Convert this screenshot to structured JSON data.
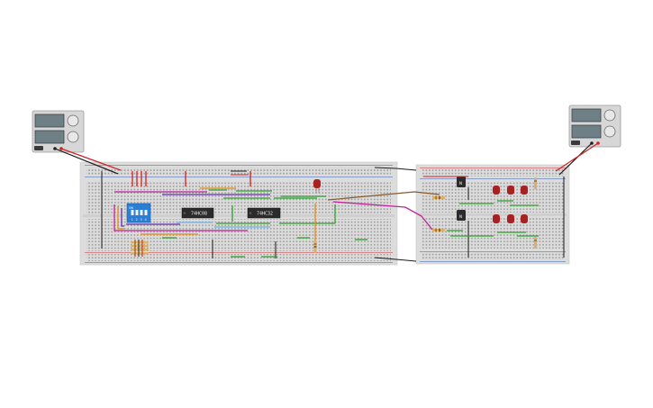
{
  "chips": [
    {
      "label": "74HC08"
    },
    {
      "label": "74HC32"
    }
  ],
  "dip_switch": {
    "on_label": "ON",
    "numbers": [
      "1",
      "2",
      "3",
      "4"
    ]
  },
  "transistors": [
    {
      "label": "N"
    },
    {
      "label": "N"
    }
  ],
  "power_supply_left": {
    "terminal_minus": "-",
    "terminal_plus": "+"
  },
  "power_supply_right": {
    "terminal_minus": "-",
    "terminal_plus": "+"
  },
  "colors": {
    "breadboard": "#dcdcdc",
    "rail_red": "#d22a2a",
    "rail_blue": "#2f5fb3",
    "wire_red": "#d32020",
    "wire_green": "#2ea12e",
    "wire_magenta": "#c0249a",
    "wire_purple": "#6a2fb0",
    "wire_orange": "#e88a10",
    "wire_brown": "#8a5a2a",
    "wire_lightblue": "#68b4e8",
    "wire_black": "#1a1a1a",
    "chip": "#2b2b2b",
    "dip_switch": "#2a7fd4",
    "led": "#a82020"
  }
}
